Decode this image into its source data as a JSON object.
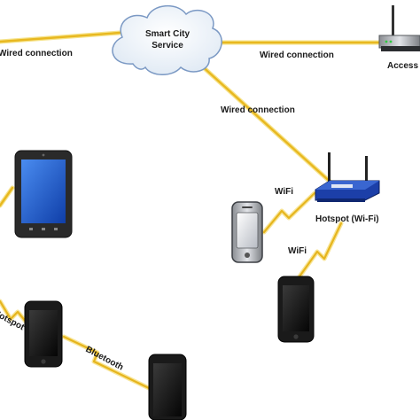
{
  "nodes": {
    "cloud": {
      "line1": "Smart City",
      "line2": "Service"
    },
    "access_point": {
      "label": "Access"
    },
    "hotspot_router": {
      "label": "Hotspot (Wi-Fi)"
    }
  },
  "links": {
    "wired_left": "Wired connection",
    "wired_right": "Wired connection",
    "wired_diag": "Wired connection",
    "wifi_phone": "WiFi",
    "wifi_lower": "WiFi",
    "hotspot_link": "Hotspot",
    "bluetooth_link": "Bluetooth"
  },
  "colors": {
    "wire": "#e8b820",
    "screen_blue": "#1f5fd8",
    "device_body": "#2a2a2a",
    "router_blue": "#1c3fa8"
  }
}
